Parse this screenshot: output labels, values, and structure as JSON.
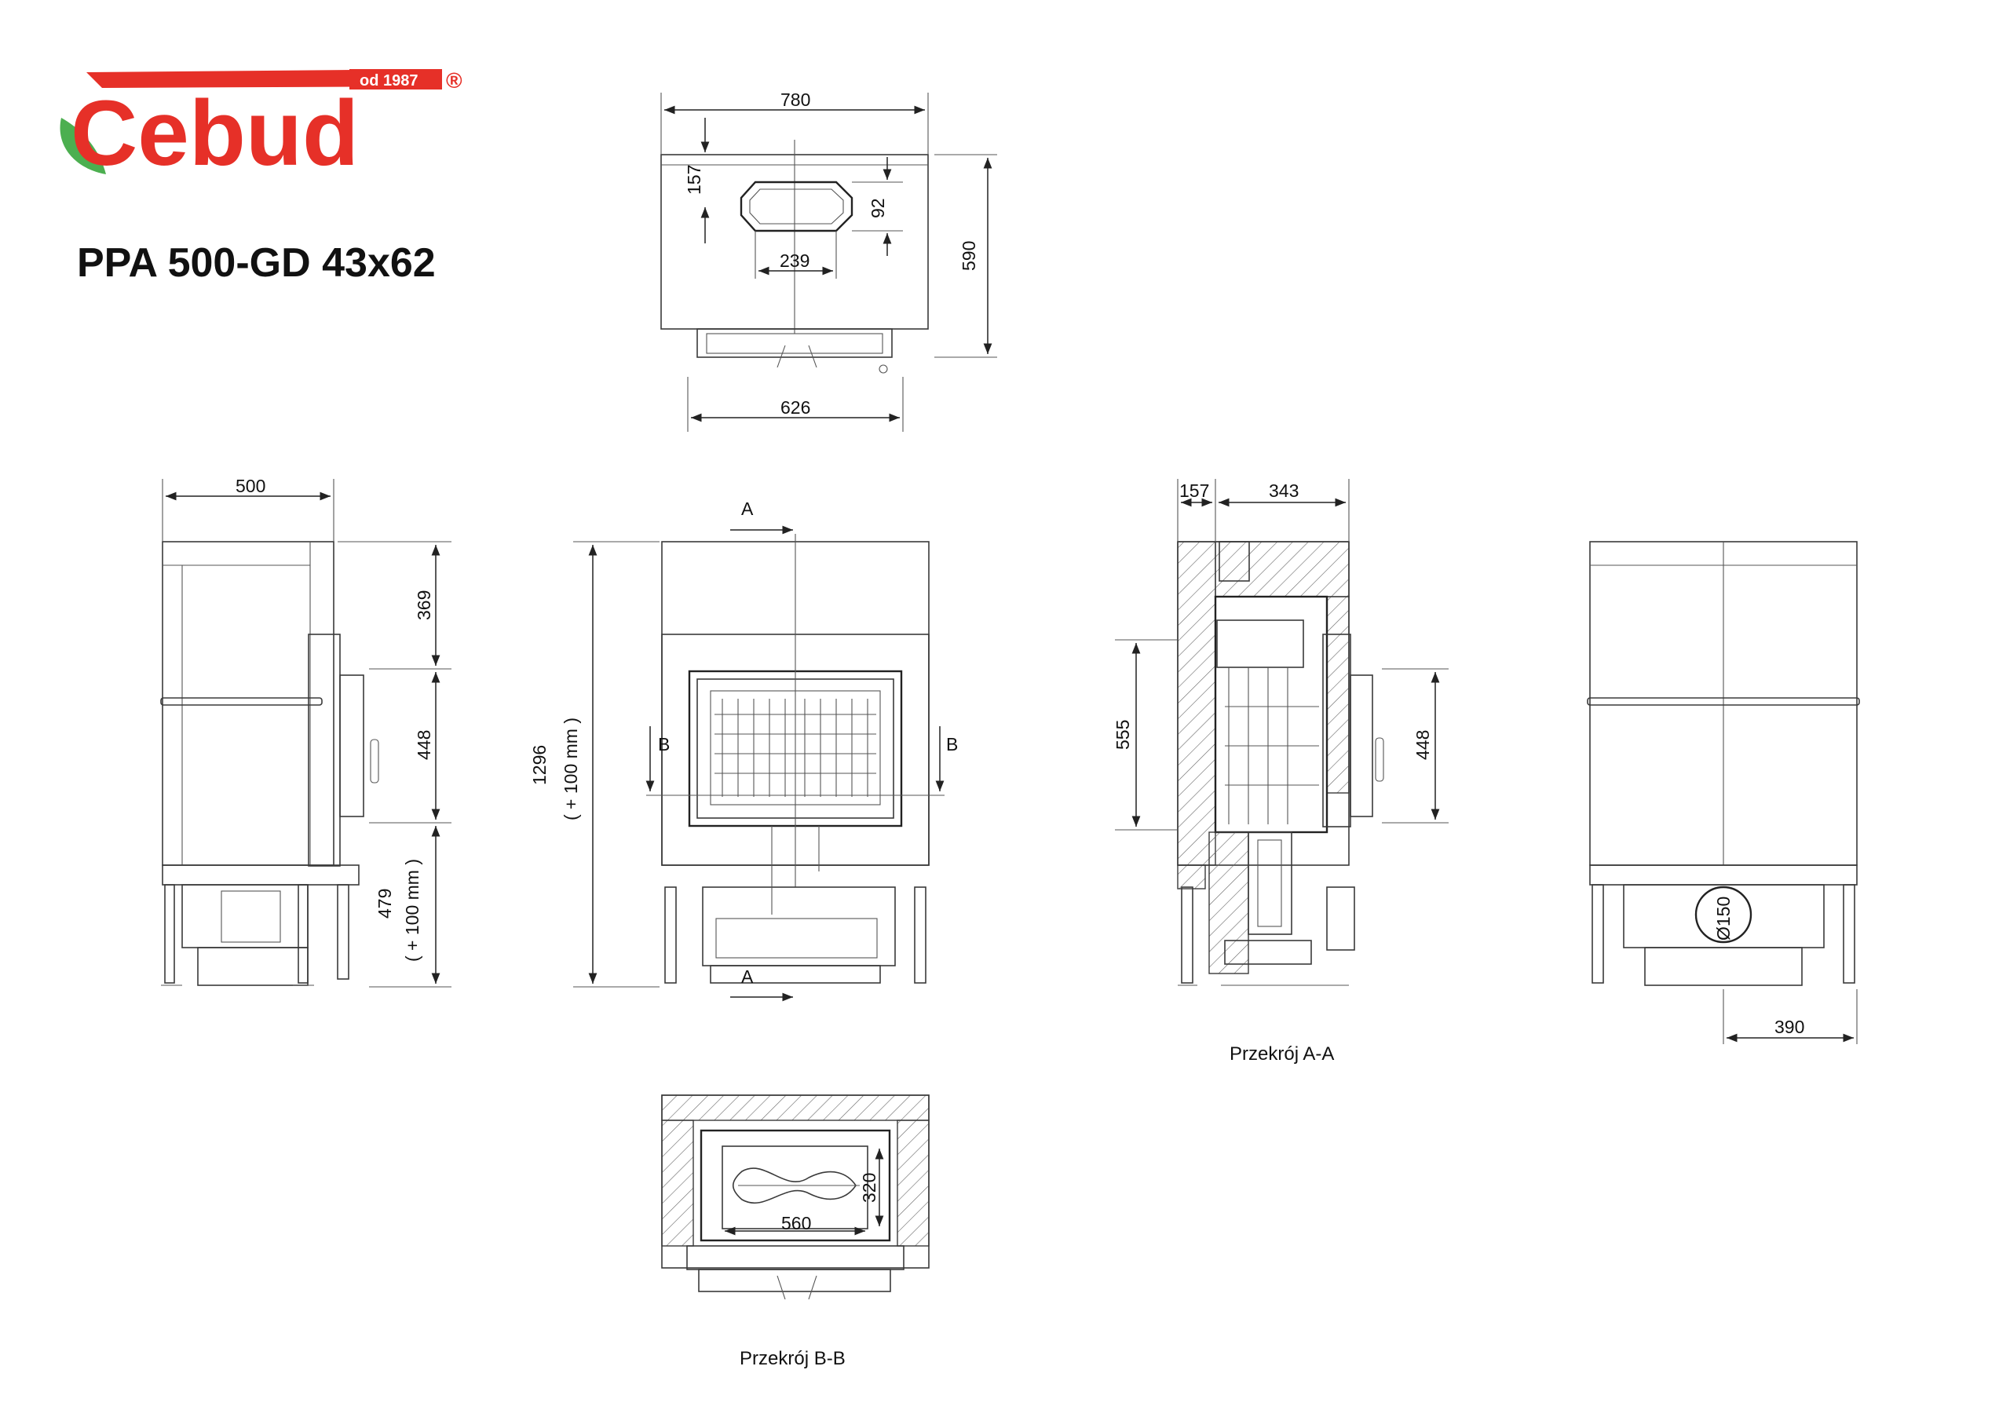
{
  "brand": {
    "name": "Cebud",
    "since": "od 1987",
    "registered": "®",
    "color": "#e63028",
    "leaf_color": "#4caf50"
  },
  "product_title": "PPA 500-GD 43x62",
  "dimensions": {
    "top_width": "780",
    "top_depth": "590",
    "top_base_width": "626",
    "top_outlet_offset": "157",
    "top_outlet_height": "92",
    "top_outlet_width": "239",
    "side_width": "500",
    "side_upper": "369",
    "side_door": "448",
    "side_lower": "479",
    "side_lower_note": "( + 100 mm )",
    "front_height": "1296",
    "front_height_note": "( + 100 mm )",
    "section_offset": "157",
    "section_depth": "343",
    "section_height": "555",
    "section_door": "448",
    "rear_width": "390",
    "rear_flue": "Ø150",
    "bb_width": "560",
    "bb_depth": "320"
  },
  "section_marks": {
    "a": "A",
    "b": "B"
  },
  "captions": {
    "section_aa": "Przekrój A-A",
    "section_bb": "Przekrój B-B"
  }
}
